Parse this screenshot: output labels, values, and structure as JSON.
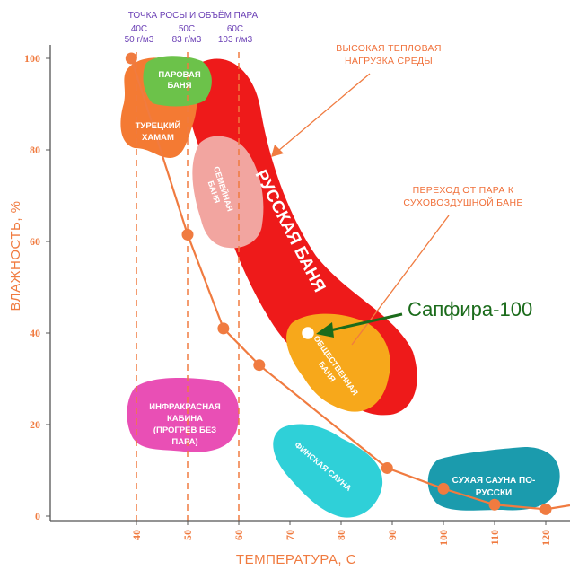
{
  "chart_data": {
    "type": "scatter",
    "title_lines": [
      "ТОЧКА РОСЫ И ОБЪЁМ ПАРА"
    ],
    "dew_labels": [
      {
        "temp": "40С",
        "vol": "50 г/м3"
      },
      {
        "temp": "50С",
        "vol": "83 г/м3"
      },
      {
        "temp": "60С",
        "vol": "103 г/м3"
      }
    ],
    "xlabel": "ТЕМПЕРАТУРА, С",
    "ylabel": "ВЛАЖНОСТЬ, %",
    "xlim": [
      30,
      125
    ],
    "ylim": [
      0,
      100
    ],
    "x_ticks": [
      "40",
      "50",
      "60",
      "70",
      "80",
      "90",
      "100",
      "110",
      "120"
    ],
    "y_ticks": [
      "0",
      "20",
      "40",
      "60",
      "80",
      "100"
    ],
    "series": [
      {
        "values": [
          {
            "x": 39,
            "y": 100
          },
          {
            "x": 50,
            "y": 61.5
          },
          {
            "x": 57,
            "y": 41
          },
          {
            "x": 64,
            "y": 33
          },
          {
            "x": 89,
            "y": 10.5
          },
          {
            "x": 100,
            "y": 6
          },
          {
            "x": 110,
            "y": 2.5
          },
          {
            "x": 120,
            "y": 1.5
          }
        ]
      }
    ],
    "dew_lines_x": [
      40,
      50,
      60
    ],
    "annotations": {
      "high_load": [
        "ВЫСОКАЯ ТЕПЛОВАЯ",
        "НАГРУЗКА СРЕДЫ"
      ],
      "transition": [
        "ПЕРЕХОД ОТ ПАРА К",
        "СУХОВОЗДУШНОЙ БАНЕ"
      ],
      "sapfira": "Сапфира-100"
    },
    "zones": {
      "steam_bath": [
        "ПАРОВАЯ",
        "БАНЯ"
      ],
      "hammam": [
        "ТУРЕЦКИЙ",
        "ХАМАМ"
      ],
      "family_bath": [
        "СЕМЕЙНАЯ",
        "БАНЯ"
      ],
      "russian_bath": "РУССКАЯ БАНЯ",
      "public_bath": [
        "ОБЩЕСТВЕННАЯ",
        "БАНЯ"
      ],
      "infrared": [
        "ИНФРАКРАСНАЯ",
        "КАБИНА",
        "(ПРОГРЕВ БЕЗ",
        "ПАРА)"
      ],
      "finnish": "ФИНСКАЯ САУНА",
      "dry_sauna": [
        "СУХАЯ САУНА ПО-",
        "РУССКИ"
      ]
    },
    "colors": {
      "axis": "#555555",
      "tick": "#f07b40",
      "curve": "#f07b40",
      "russian": "#ee1a1a",
      "hammam": "#f47a33",
      "steam": "#6cc24a",
      "family": "#f2a5a0",
      "public": "#f7a81b",
      "infrared": "#e94fb5",
      "finnish": "#2fd0d8",
      "dry": "#1b9bad",
      "sapfira": "#1b6b1b"
    }
  }
}
